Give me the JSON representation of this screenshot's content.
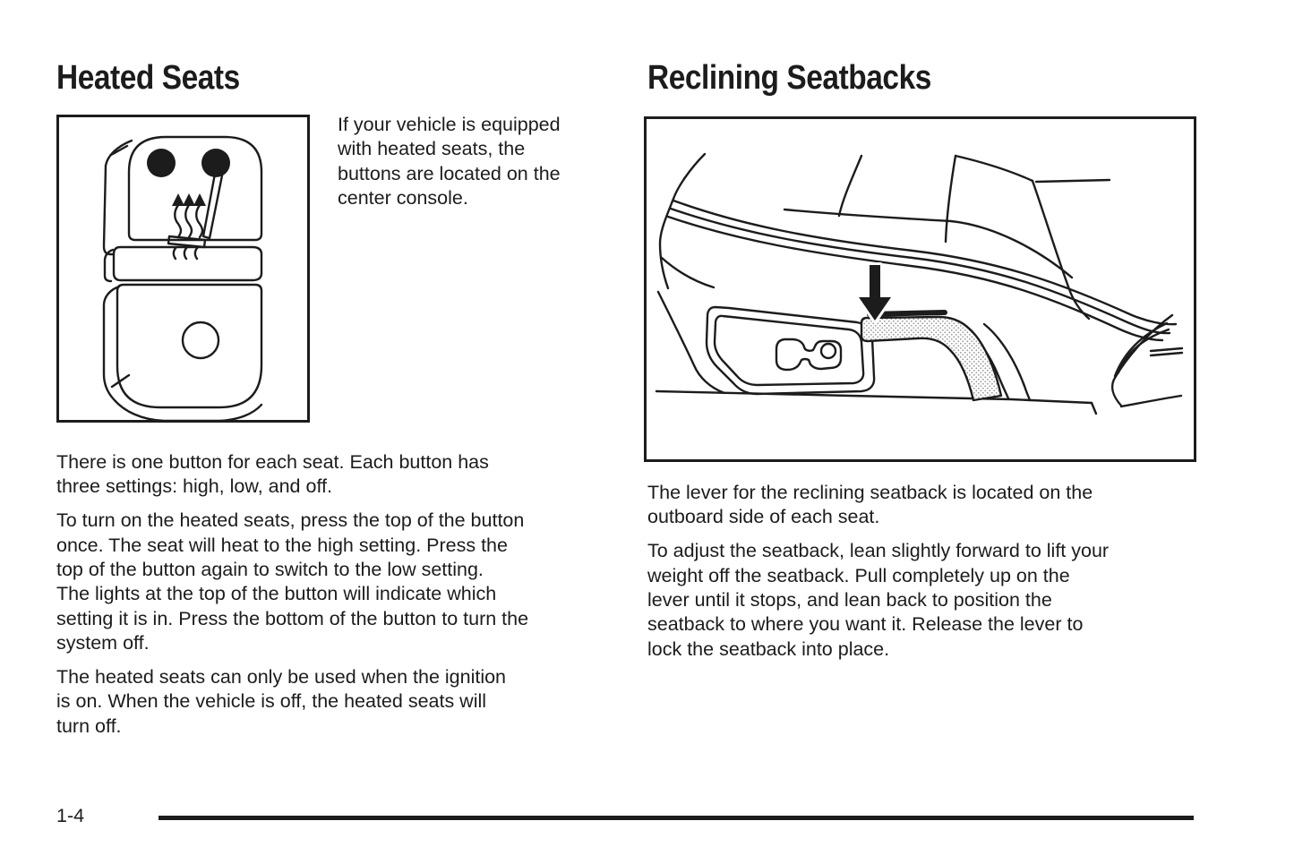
{
  "page": {
    "number_label": "1-4"
  },
  "colors": {
    "ink": "#1c1c1c",
    "paper": "#ffffff",
    "lever_stipple": "#999999"
  },
  "left": {
    "heading": "Heated Seats",
    "figure_name": "heated-seat-button-illustration",
    "caption_lines": [
      "If your vehicle is equipped",
      "with heated seats, the",
      "buttons are located on the",
      "center console."
    ],
    "paragraphs": [
      {
        "lines": [
          "There is one button for each seat. Each button has",
          "three settings: high, low, and off."
        ]
      },
      {
        "lines": [
          "To turn on the heated seats, press the top of the button",
          "once. The seat will heat to the high setting. Press the",
          "top of the button again to switch to the low setting.",
          "The lights at the top of the button will indicate which",
          "setting it is in. Press the bottom of the button to turn the",
          "system off."
        ]
      },
      {
        "lines": [
          "The heated seats can only be used when the ignition",
          "is on. When the vehicle is off, the heated seats will",
          "turn off."
        ]
      }
    ]
  },
  "right": {
    "heading": "Reclining Seatbacks",
    "figure_name": "reclining-seatback-lever-illustration",
    "paragraphs": [
      {
        "lines": [
          "The lever for the reclining seatback is located on the",
          "outboard side of each seat."
        ]
      },
      {
        "lines": [
          "To adjust the seatback, lean slightly forward to lift your",
          "weight off the seatback. Pull completely up on the",
          "lever until it stops, and lean back to position the",
          "seatback to where you want it. Release the lever to",
          "lock the seatback into place."
        ]
      }
    ]
  }
}
